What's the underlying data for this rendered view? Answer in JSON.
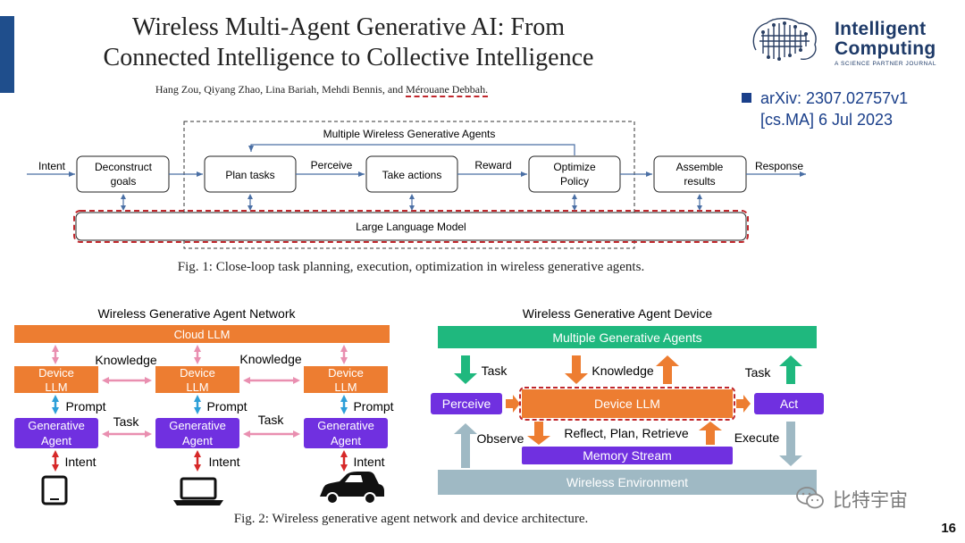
{
  "header": {
    "title_line1": "Wireless Multi-Agent Generative AI: From",
    "title_line2": "Connected Intelligence to Collective Intelligence",
    "authors_prefix": "Hang Zou, Qiyang Zhao, Lina Bariah, Mehdi Bennis, and ",
    "authors_highlight": "Mérouane Debbah."
  },
  "logo": {
    "line1": "Intelligent",
    "line2": "Computing",
    "subtitle": "A SCIENCE PARTNER JOURNAL",
    "color": "#1e3a68"
  },
  "arxiv": {
    "line1": "arXiv: 2307.02757v1",
    "line2": "[cs.MA] 6 Jul 2023"
  },
  "fig1": {
    "group_label": "Multiple Wireless Generative Agents",
    "input_label": "Intent",
    "output_label": "Response",
    "boxes": {
      "deconstruct": [
        "Deconstruct",
        "goals"
      ],
      "plan": "Plan tasks",
      "act": "Take actions",
      "optimize": [
        "Optimize",
        "Policy"
      ],
      "assemble": [
        "Assemble",
        "results"
      ]
    },
    "edge_perceive": "Perceive",
    "edge_reward": "Reward",
    "llm": "Large Language Model",
    "caption": "Fig. 1: Close-loop task planning, execution, optimization in wireless generative agents."
  },
  "fig2_left": {
    "title": "Wireless Generative Agent Network",
    "cloud": "Cloud LLM",
    "device": [
      "Device",
      "LLM"
    ],
    "agent": [
      "Generative",
      "Agent"
    ],
    "knowledge": "Knowledge",
    "prompt": "Prompt",
    "task": "Task",
    "intent": "Intent"
  },
  "fig2_right": {
    "title": "Wireless Generative Agent Device",
    "agents_bar": "Multiple Generative Agents",
    "task": "Task",
    "knowledge": "Knowledge",
    "perceive": "Perceive",
    "device_llm": "Device LLM",
    "act": "Act",
    "observe": "Observe",
    "reflect": "Reflect, Plan, Retrieve",
    "execute": "Execute",
    "memory": "Memory Stream",
    "environment": "Wireless Environment"
  },
  "fig2_caption": "Fig. 2: Wireless generative agent network and device architecture.",
  "watermark": "比特宇宙",
  "page_number": "16",
  "colors": {
    "orange": "#ed7d31",
    "purple": "#7030e0",
    "teal": "#1fb87e",
    "gray_env": "#9fb9c4",
    "red_arrow": "#d62828",
    "pink_arrow": "#e98fb0",
    "blue_arrow": "#2d9fd8",
    "navy": "#1a3f8a"
  }
}
